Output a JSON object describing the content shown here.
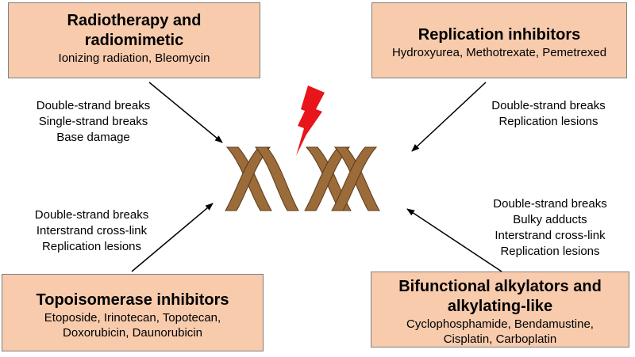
{
  "boxes": {
    "top_left": {
      "title_line1": "Radiotherapy and",
      "title_line2": "radiomimetic",
      "subtitle": "Ionizing radiation, Bleomycin"
    },
    "top_right": {
      "title": "Replication inhibitors",
      "subtitle": "Hydroxyurea, Methotrexate, Pemetrexed"
    },
    "bottom_left": {
      "title": "Topoisomerase inhibitors",
      "subtitle_line1": "Etoposide, Irinotecan, Topotecan,",
      "subtitle_line2": "Doxorubicin, Daunorubicin"
    },
    "bottom_right": {
      "title_line1": "Bifunctional alkylators and",
      "title_line2": "alkylating-like",
      "subtitle_line1": "Cyclophosphamide, Bendamustine,",
      "subtitle_line2": "Cisplatin, Carboplatin"
    }
  },
  "lesions": {
    "top_left": [
      "Double-strand breaks",
      "Single-strand breaks",
      "Base damage"
    ],
    "top_right": [
      "Double-strand breaks",
      "Replication lesions"
    ],
    "bottom_left": [
      "Double-strand breaks",
      "Interstrand cross-link",
      "Replication lesions"
    ],
    "bottom_right": [
      "Double-strand breaks",
      "Bulky adducts",
      "Interstrand cross-link",
      "Replication lesions"
    ]
  },
  "colors": {
    "box_fill": "#f8cbad",
    "box_border": "#7f7f7f",
    "dna_strand": "#9c6b3a",
    "lightning": "#e8151b"
  },
  "icons": {
    "dna": "dna-double-helix-icon",
    "damage": "lightning-bolt-icon"
  }
}
